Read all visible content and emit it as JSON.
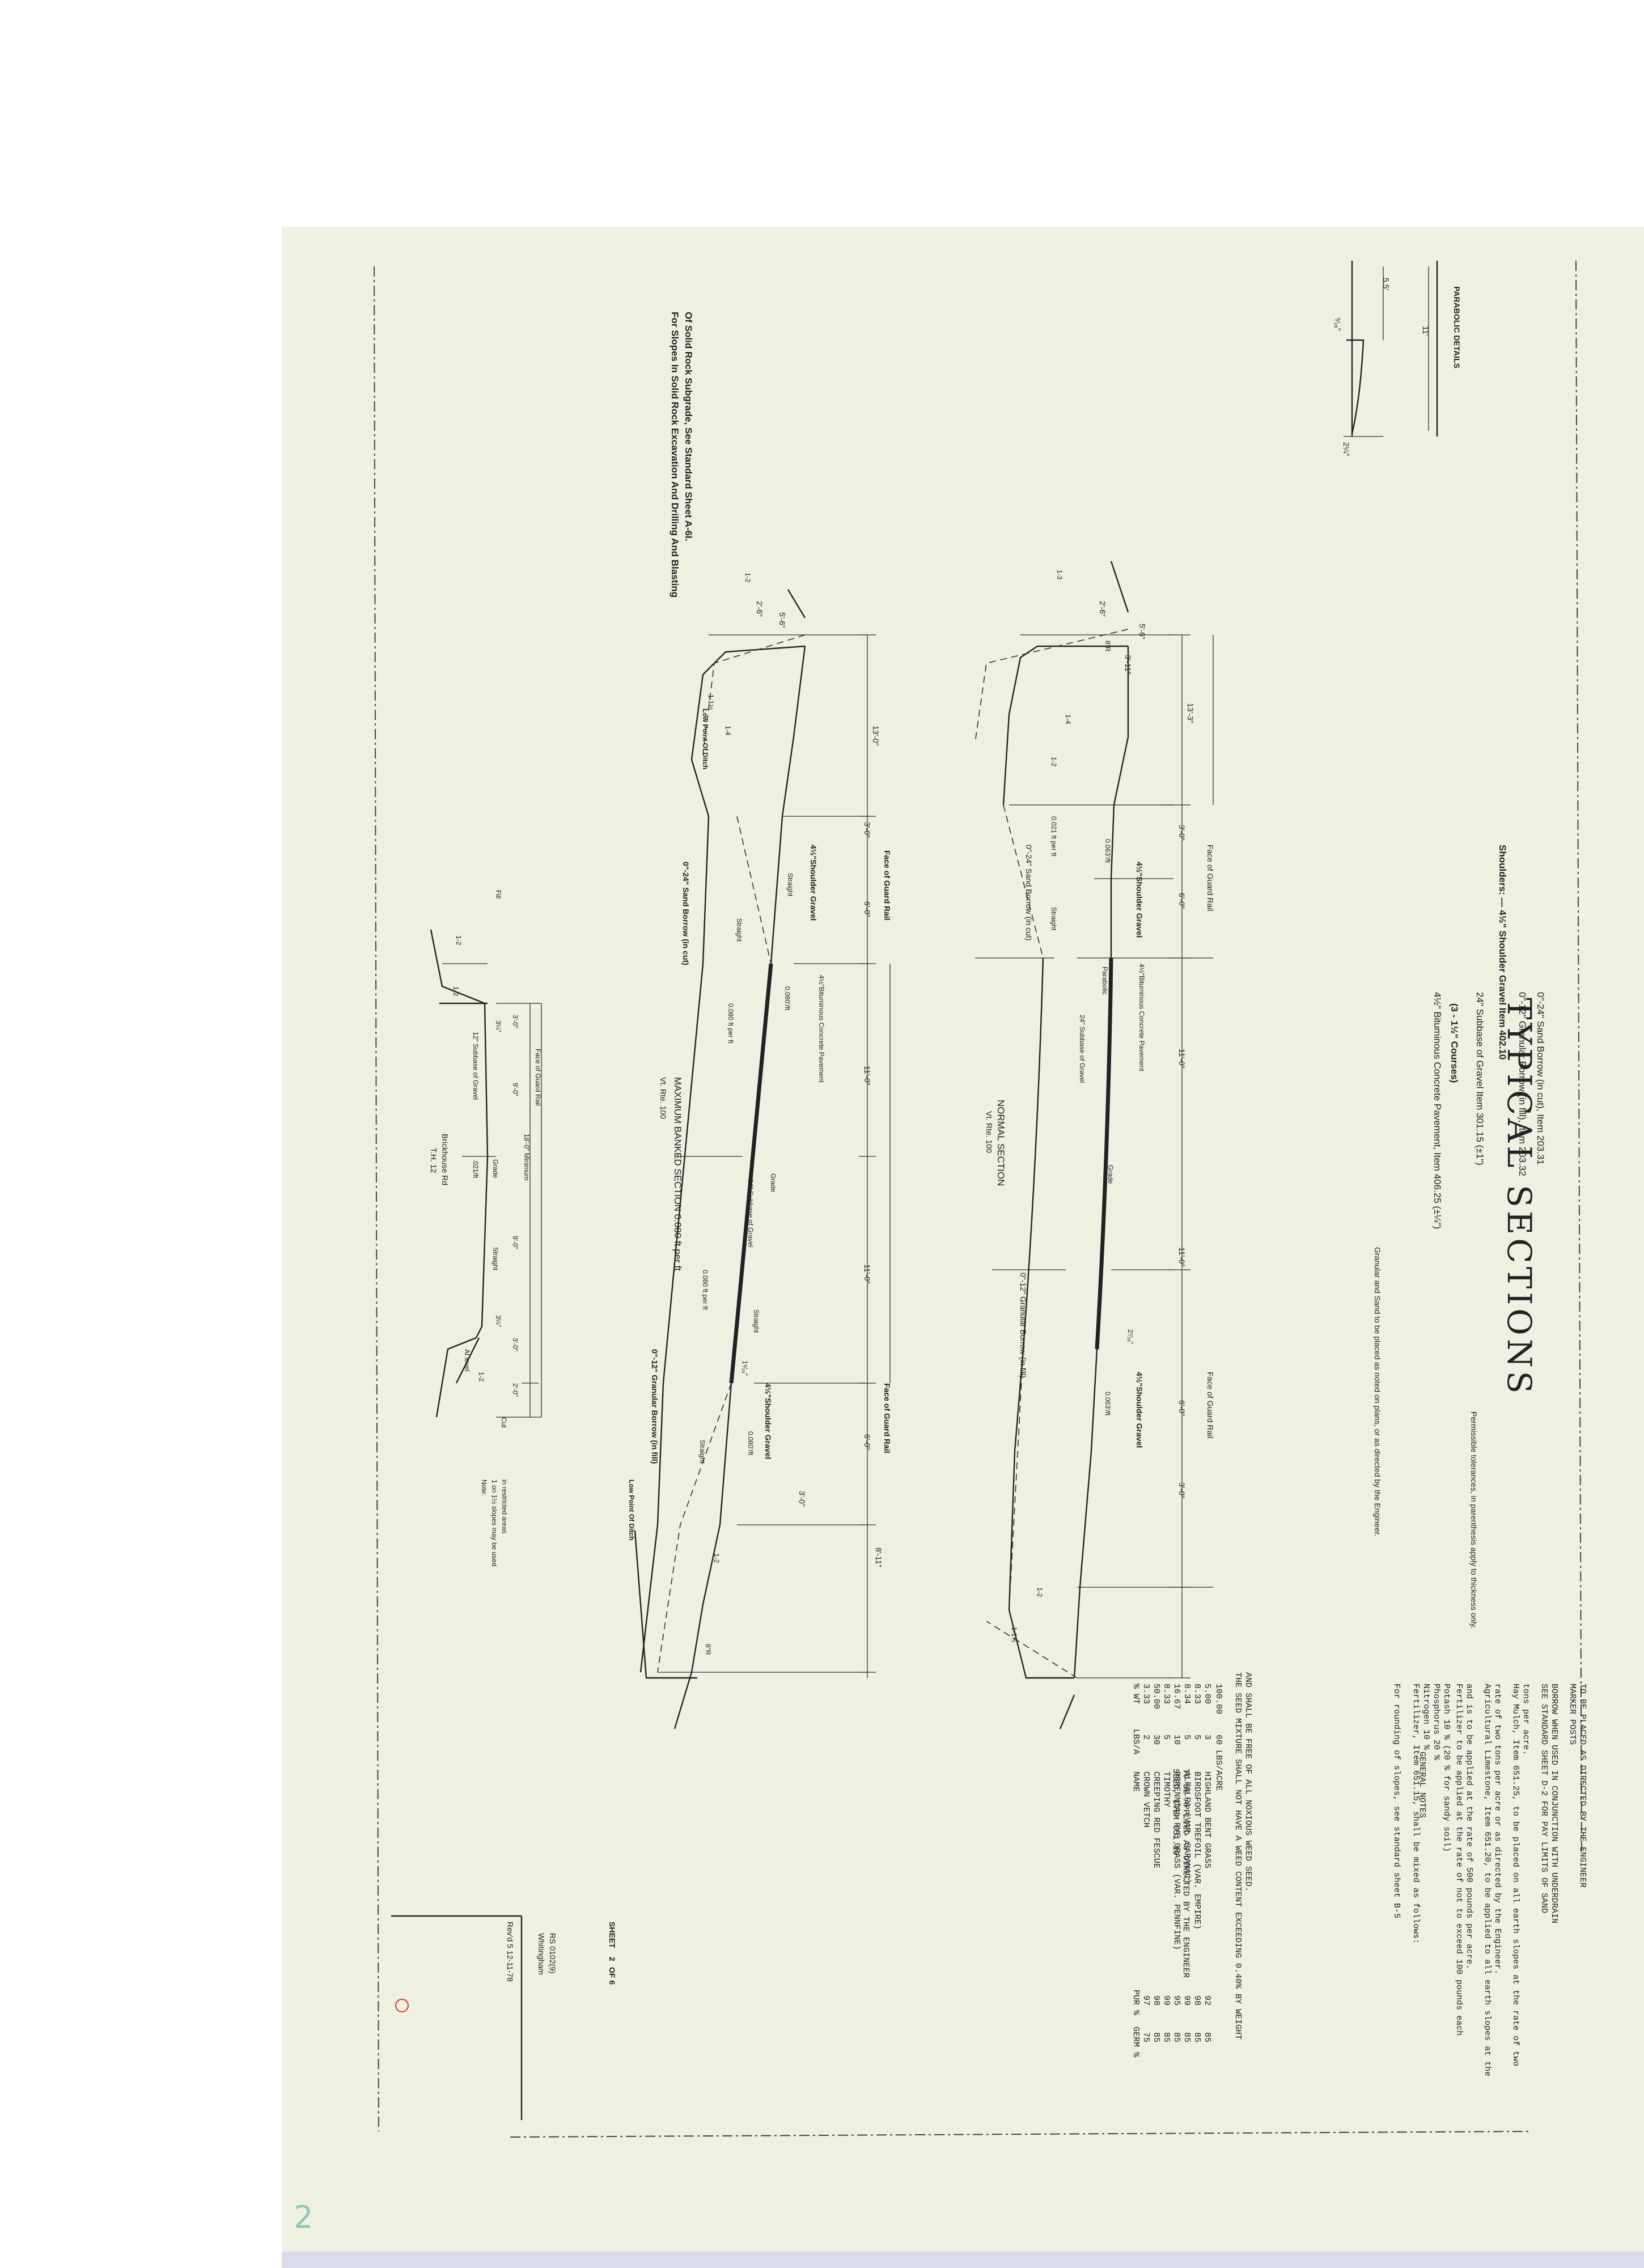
{
  "title": "TYPICAL SECTIONS",
  "page_mark": "2",
  "header": {
    "permissible": "Permissible tolerances, in parenthesis apply to thickness only.",
    "items": [
      "4½\" Bituminous Concrete Pavement, Item 406.25 (±¼\")",
      "(3 - 1½\" Courses)",
      "24\" Subbase of Gravel          Item 301.15 (±1\")",
      "Shoulders: —  4½\" Shoulder Gravel   Item  402.10",
      "0\"-12\" Granular Borrow (in fill), Item 203.32",
      "0\"-24\" Sand Borrow (in cut), Item 203.31"
    ],
    "granular_note": "Granular and Sand to be placed as noted on plans, or as directed by the Engineer."
  },
  "parabolic": {
    "title": "PARABOLIC DETAILS",
    "dims": [
      "11'",
      "5.5'",
      "2¼\"",
      "⁹⁄₁₆\""
    ]
  },
  "rock_note": [
    "For Slopes In Solid Rock Excavation And Drilling And Blasting",
    "Of Solid Rock Subgrade, See Standard Sheet A-6I."
  ],
  "normal_section": {
    "title": "NORMAL SECTION",
    "sub": "Vt. Rte. 100",
    "labels": {
      "face_guard_rail": "Face of Guard Rail",
      "face_guard_rail_r": "Face of Guard Rail",
      "shoulder_l": "4½\"Shoulder Gravel",
      "shoulder_r": "4½\"Shoulder Gravel",
      "bit_pave": "4½\"Bituminous Concrete Pavement",
      "parabolic": "Parabolic",
      "subbase": "24\" Subbase of Gravel",
      "grade": "Grade",
      "slope_l": "0.063'/ft",
      "slope_r": "0.063'/ft",
      "slope_ditch": "0.021 ft per ft",
      "straight": "Straight",
      "sand_borrow": "0\"-24\" Sand Borrow (in cut)",
      "gran_borrow": "0\"-12\" Granular Borrow (in fill)",
      "crown": "2⁷⁄₁₆\"",
      "rate_14": "1-4",
      "rate_12": "1-2",
      "rate_13": "1-3",
      "rate_12b": "1-2",
      "rate_112": "1-1½"
    },
    "dims": {
      "d_13_3": "13'-3\"",
      "d_3_0_l": "3'-0\"",
      "d_6_0_l": "6'-0\"",
      "d_11_0_l": "11'-0\"",
      "d_11_0_r": "11'-0\"",
      "d_6_0_r": "6'-0\"",
      "d_3_0_r": "3'-0\"",
      "d_5_6": "5'-6\"",
      "d_3_11": "3'-11\"",
      "d_2_6": "2'-6\"",
      "d_8": "8\"R"
    }
  },
  "banked_section": {
    "title": "MAXIMUM BANKED SECTION  0.080 ft per ft",
    "sub": "Vt. Rte. 100",
    "labels": {
      "face_guard_rail": "Face of Guard Rail",
      "face_guard_rail_r": "Face of Guard Rail",
      "shoulder_l": "4½\"Shoulder Gravel",
      "shoulder_r": "4½\"Shoulder Gravel",
      "bit_pave": "4½\"Bituminous Concrete Pavement",
      "slope_top": "0.080'/ft",
      "slope_mid": "0.080 ft per ft",
      "slope_mid2": "0.080 ft per ft",
      "slope_r": "0.080'/ft",
      "grade": "Grade",
      "subbase": "24\" Subbase of Gravel",
      "straight_l": "Straight",
      "straight_m": "Straight",
      "straight_r": "Straight",
      "sand_borrow": "0\"-24\" Sand Borrow (in cut)",
      "gran_borrow": "0\"-12\" Granular Borrow (in fill)",
      "low_point_l": "Low Point Of Ditch",
      "low_point_r": "Low Point Of Ditch",
      "crown": "1⁵⁄₁₆\"",
      "rate_12": "1-2",
      "rate_14": "1-4",
      "rate_112": "1-1½",
      "rate_12b": "1-2"
    },
    "dims": {
      "d_13_0": "13'-0\"",
      "d_3_0_l": "3'-0\"",
      "d_6_0_l": "6'-0\"",
      "d_11_0_l": "11'-0\"",
      "d_11_0_r": "11'-0\"",
      "d_6_0_r": "6'-0\"",
      "d_3_0_r": "3'-0\"",
      "d_8_11": "8'-11\"",
      "d_5_6": "5'-6\"",
      "d_2_6": "2'-6\"",
      "d_8r": "8\"R"
    }
  },
  "brickhouse": {
    "title": "Brickhouse Rd",
    "sub": "T.H. 12",
    "labels": {
      "face_guard_rail": "Face of Guard Rail",
      "min": "18'-0\" Minimum",
      "d_3_0": "3'-0\"",
      "d_9_0_l": "9'-0\"",
      "d_9_0_r": "9'-0\"",
      "d_3_0_r": "3'-0\"",
      "d_2_0": "2'-0\"",
      "subbase": "12\" Subbase of Gravel",
      "grade": "Grade",
      "slope": ".021/ft",
      "straight": "Straight",
      "shoulder_l": "3¼\"",
      "shoulder_r": "3¼\"",
      "at_level": "At level",
      "fill": "Fill",
      "cut": "Cut",
      "rate_12": "1-2",
      "rate_12b": "1-2",
      "rate_12c": "1-2"
    },
    "note": [
      "Note:",
      "1 on 1½ slopes may be used",
      "in restricted areas"
    ]
  },
  "general_notes": {
    "title": "GENERAL NOTES",
    "lines": [
      "For rounding of slopes, see standard sheet B-5",
      "Fertilizer, Item 651.15, shall be mixed as follows:",
      "      Nitrogen                   10 %",
      "      Phosphorus               20 %",
      "      Potash                       10 %  (20 % for sandy soil)",
      "Fertilizer to be applied at the rate of not to exceed 100 pounds each",
      "and is to be applied at the rate of 500 pounds per acre.",
      "Agricultural Limestone, Item 651.20, to be applied to all earth slopes at the",
      "rate of two tons per acre or as directed by the Engineer.",
      "Hay Mulch, Item 651.25, to be placed on all earth slopes at the rate of two",
      "tons per acre.",
      "SEE STANDARD SHEET D-2 FOR PAY LIMITS OF SAND",
      "BORROW WHEN USED IN CONJUNCTION WITH UNDERDRAIN",
      "MARKER POSTS",
      "   TO BE PLACED AS DIRECTED BY THE ENGINEER"
    ],
    "seed_title": "TO BE APPLIED AS DIRECTED BY THE ENGINEER",
    "seed_item": "SEED, ITEM 651.10",
    "seed_header": [
      "% WT",
      "LBS/A",
      "NAME",
      "PUR %",
      "GERM %"
    ],
    "seed_rows": [
      [
        "3.33",
        "2",
        "CROWN VETCH",
        "97",
        "75"
      ],
      [
        "50.00",
        "30",
        "CREEPING RED FESCUE",
        "98",
        "85"
      ],
      [
        "8.33",
        "5",
        "TIMOTHY",
        "99",
        "85"
      ],
      [
        "16.67",
        "10",
        "PERENNIAL RYE GRASS (VAR. PENNFINE)",
        "95",
        "85"
      ],
      [
        "8.34",
        "5",
        "ALFALFA (VAR. SARANAC)",
        "99",
        "85"
      ],
      [
        "8.33",
        "5",
        "BIRDSFOOT TREFOIL (VAR. EMPIRE)",
        "98",
        "85"
      ],
      [
        "5.00",
        "3",
        "HIGHLAND BENT GRASS",
        "92",
        "85"
      ]
    ],
    "seed_total": [
      "100.00",
      "60  LBS/ACRE"
    ],
    "seed_footer": [
      "THE SEED MIXTURE SHALL NOT HAVE A WEED CONTENT EXCEEDING 0.40% BY WEIGHT",
      "AND SHALL BE FREE OF ALL NOXIOUS WEED SEED."
    ]
  },
  "title_block": {
    "revised": "Rev'd 5 12-11-78",
    "project": "Whitingham",
    "number": "RS 0102(9)",
    "sheet": "SHEET",
    "sheet_num": "2",
    "sheet_of": "OF 6"
  }
}
